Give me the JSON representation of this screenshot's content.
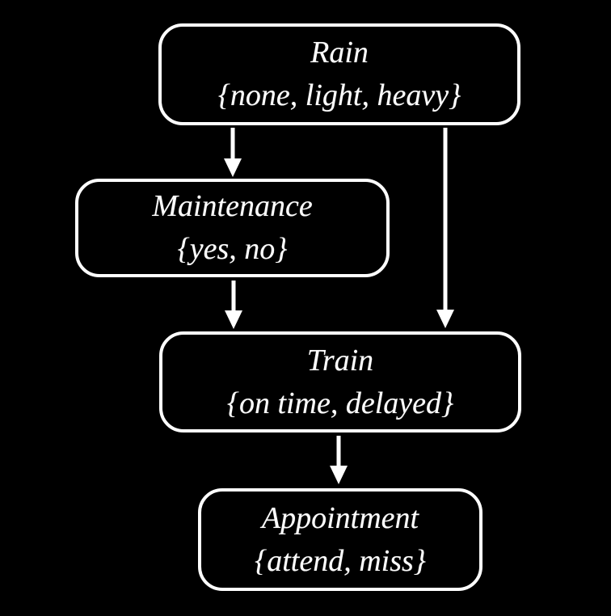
{
  "diagram": {
    "kind": "bayesian-network",
    "background_color": "#000000",
    "node_border_color": "#ffffff",
    "node_fill_color": "#000000",
    "text_color": "#ffffff",
    "arrow_color": "#ffffff",
    "nodes": [
      {
        "id": "rain",
        "name": "Rain",
        "domain": "{none, light, heavy}"
      },
      {
        "id": "maintenance",
        "name": "Maintenance",
        "domain": "{yes, no}"
      },
      {
        "id": "train",
        "name": "Train",
        "domain": "{on time, delayed}"
      },
      {
        "id": "appointment",
        "name": "Appointment",
        "domain": "{attend, miss}"
      }
    ],
    "edges": [
      {
        "from": "Rain",
        "to": "Maintenance"
      },
      {
        "from": "Rain",
        "to": "Train"
      },
      {
        "from": "Maintenance",
        "to": "Train"
      },
      {
        "from": "Train",
        "to": "Appointment"
      }
    ]
  }
}
